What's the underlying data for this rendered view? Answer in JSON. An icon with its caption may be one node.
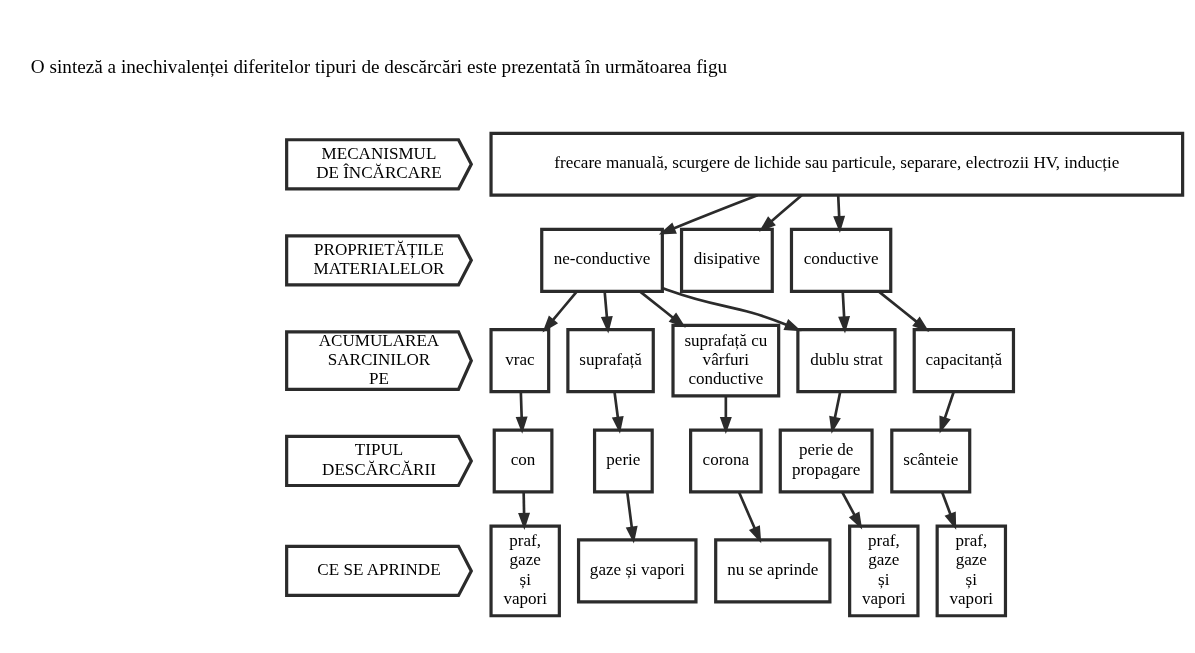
{
  "diagram": {
    "nodes": [
      {
        "text": [
          "MECANISMUL DE ÎNCĂRCARE"
        ]
      },
      {
        "text": [
          "frecare manuală, scurgere de lichide sau particule, separare, electrozii HV, inducție"
        ]
      },
      {
        "text": [
          "PROPRIETĂȚILE MATERIALELOR"
        ]
      },
      {
        "text": [
          "ne-conductive"
        ]
      },
      {
        "text": [
          "disipative"
        ]
      },
      {
        "text": [
          "conductive"
        ]
      },
      {
        "text": [
          "ACUMULAREA SARCINILOR PE"
        ]
      },
      {
        "text": [
          "vrac"
        ]
      },
      {
        "text": [
          "suprafață"
        ]
      },
      {
        "text": [
          "suprafață cu vârfuri conductive"
        ]
      },
      {
        "text": [
          "dublu strat"
        ]
      },
      {
        "text": [
          "capacitanță"
        ]
      },
      {
        "text": [
          "TIPUL DESCĂRCĂRII"
        ]
      },
      {
        "text": [
          "con"
        ]
      },
      {
        "text": [
          "perie"
        ]
      },
      {
        "text": [
          "corona"
        ]
      },
      {
        "text": [
          "perie de propagare"
        ]
      },
      {
        "text": [
          "scânteie"
        ]
      },
      {
        "text": [
          "CE SE APRINDE"
        ]
      },
      {
        "text": [
          "praf, gaze și vapori"
        ]
      },
      {
        "text": [
          "gaze și vapori"
        ]
      },
      {
        "text": [
          "nu se aprinde"
        ]
      },
      {
        "text": [
          "praf, gaze și vapori"
        ]
      },
      {
        "text": [
          "praf, gaze și vapori"
        ]
      }
    ],
    "edges": [
      {
        "from": 1,
        "to": 3,
        "arrow": "to"
      },
      {
        "from": 1,
        "to": 4,
        "arrow": "to"
      },
      {
        "from": 1,
        "to": 5,
        "arrow": "to"
      },
      {
        "from": 3,
        "to": 7,
        "arrow": "to"
      },
      {
        "from": 3,
        "to": 8,
        "arrow": "to"
      },
      {
        "from": 3,
        "to": 9,
        "arrow": "to"
      },
      {
        "from": 3,
        "to": 10,
        "arrow": "to"
      },
      {
        "from": 5,
        "to": 10,
        "arrow": "to"
      },
      {
        "from": 5,
        "to": 11,
        "arrow": "to"
      },
      {
        "from": 7,
        "to": 13,
        "arrow": "to"
      },
      {
        "from": 8,
        "to": 14,
        "arrow": "to"
      },
      {
        "from": 9,
        "to": 15,
        "arrow": "to"
      },
      {
        "from": 10,
        "to": 16,
        "arrow": "to"
      },
      {
        "from": 11,
        "to": 17,
        "arrow": "to"
      },
      {
        "from": 13,
        "to": 19,
        "arrow": "to"
      },
      {
        "from": 14,
        "to": 20,
        "arrow": "to"
      },
      {
        "from": 15,
        "to": 21,
        "arrow": "to"
      },
      {
        "from": 16,
        "to": 22,
        "arrow": "to"
      },
      {
        "from": 17,
        "to": 23,
        "arrow": "to"
      }
    ],
    "labels": [
      "O sinteză a inechivalenței diferitelor tipuri de descărcări este prezentată în următoarea figu"
    ]
  }
}
